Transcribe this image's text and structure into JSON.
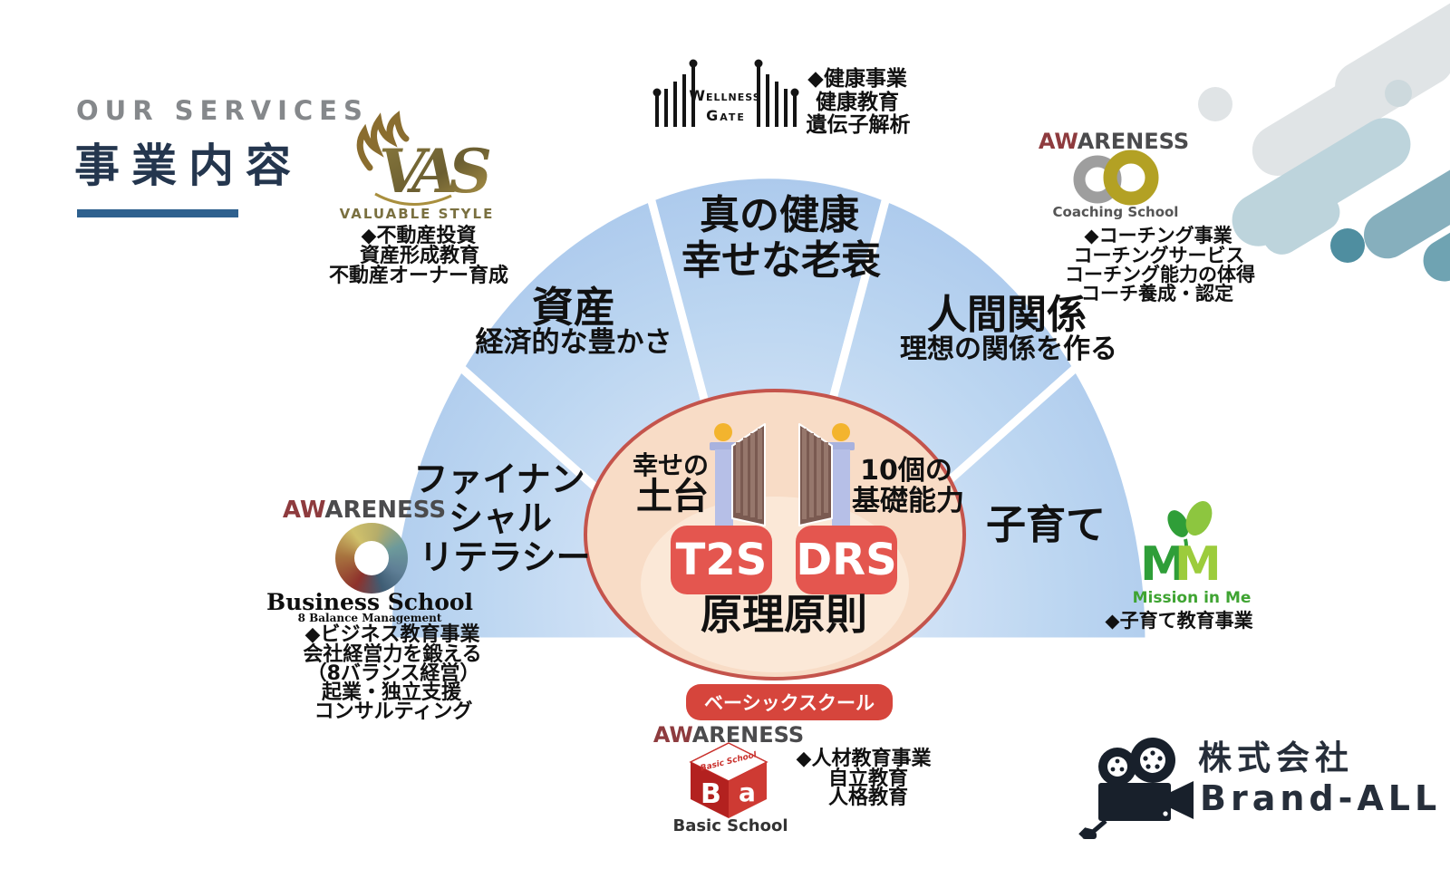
{
  "header": {
    "kicker": "OUR SERVICES",
    "title": "事業内容"
  },
  "fan": {
    "segments": {
      "financial": {
        "lines": [
          "ファイナン",
          "シャル",
          "リテラシー"
        ]
      },
      "assets": {
        "title": "資産",
        "subtitle": "経済的な豊かさ"
      },
      "health": {
        "lines": [
          "真の健康",
          "幸せな老衰"
        ]
      },
      "relations": {
        "title": "人間関係",
        "subtitle": "理想の関係を作る"
      },
      "parenting": {
        "title": "子育て"
      }
    }
  },
  "center": {
    "foundation": [
      "幸せの",
      "土台"
    ],
    "abilities": [
      "10個の",
      "基礎能力"
    ],
    "chips": [
      "T2S",
      "DRS"
    ],
    "principle": "原理原則",
    "ribbon": "ベーシックスクール"
  },
  "partners": {
    "valuable_style": {
      "monogram": "VAS",
      "name": "VALUABLE STYLE",
      "bullets": [
        "◆不動産投資",
        "資産形成教育",
        "不動産オーナー育成"
      ]
    },
    "wellness_gate": {
      "name_line1": "Wellness",
      "name_line2": "Gate",
      "bullets": [
        "◆健康事業",
        "健康教育",
        "遺伝子解析"
      ]
    },
    "coaching_school": {
      "brand_accent": "AW",
      "brand_rest": "ARENESS",
      "school": "Coaching School",
      "bullets": [
        "◆コーチング事業",
        "コーチングサービス",
        "コーチング能力の体得",
        "コーチ養成・認定"
      ]
    },
    "business_school": {
      "brand_accent": "AW",
      "brand_rest": "ARENESS",
      "school": "Business School",
      "tagline": "8 Balance Management",
      "bullets": [
        "◆ビジネス教育事業",
        "会社経営力を鍛える",
        "（8バランス経営）",
        "起業・独立支援",
        "コンサルティング"
      ]
    },
    "basic_school": {
      "brand_accent": "AW",
      "brand_rest": "ARENESS",
      "school": "Basic School",
      "cube_top": "Basic School",
      "cube_front_left": "B",
      "cube_front_right": "a",
      "bullets": [
        "◆人材教育事業",
        "自立教育",
        "人格教育"
      ]
    },
    "mission_in_me": {
      "monogram_left": "M",
      "monogram_right": "M",
      "name": "Mission in Me",
      "bullet": "◆子育て教育事業"
    }
  },
  "company": {
    "prefix": "株式会社",
    "name": "Brand-ALL"
  },
  "colors": {
    "title_navy": "#24364e",
    "kicker_gray": "#85888b",
    "underline_blue": "#2e608e",
    "fan_blue": "#b7d2ef",
    "center_peach": "#f8dcc6",
    "center_border": "#c4544c",
    "chip_red": "#e4564f",
    "ribbon_red": "#d6453c",
    "awareness_red": "#8e3b3e",
    "valuable_gold": "#8a7a3d",
    "mission_green": "#3fa432",
    "company_navy": "#262e3a"
  }
}
